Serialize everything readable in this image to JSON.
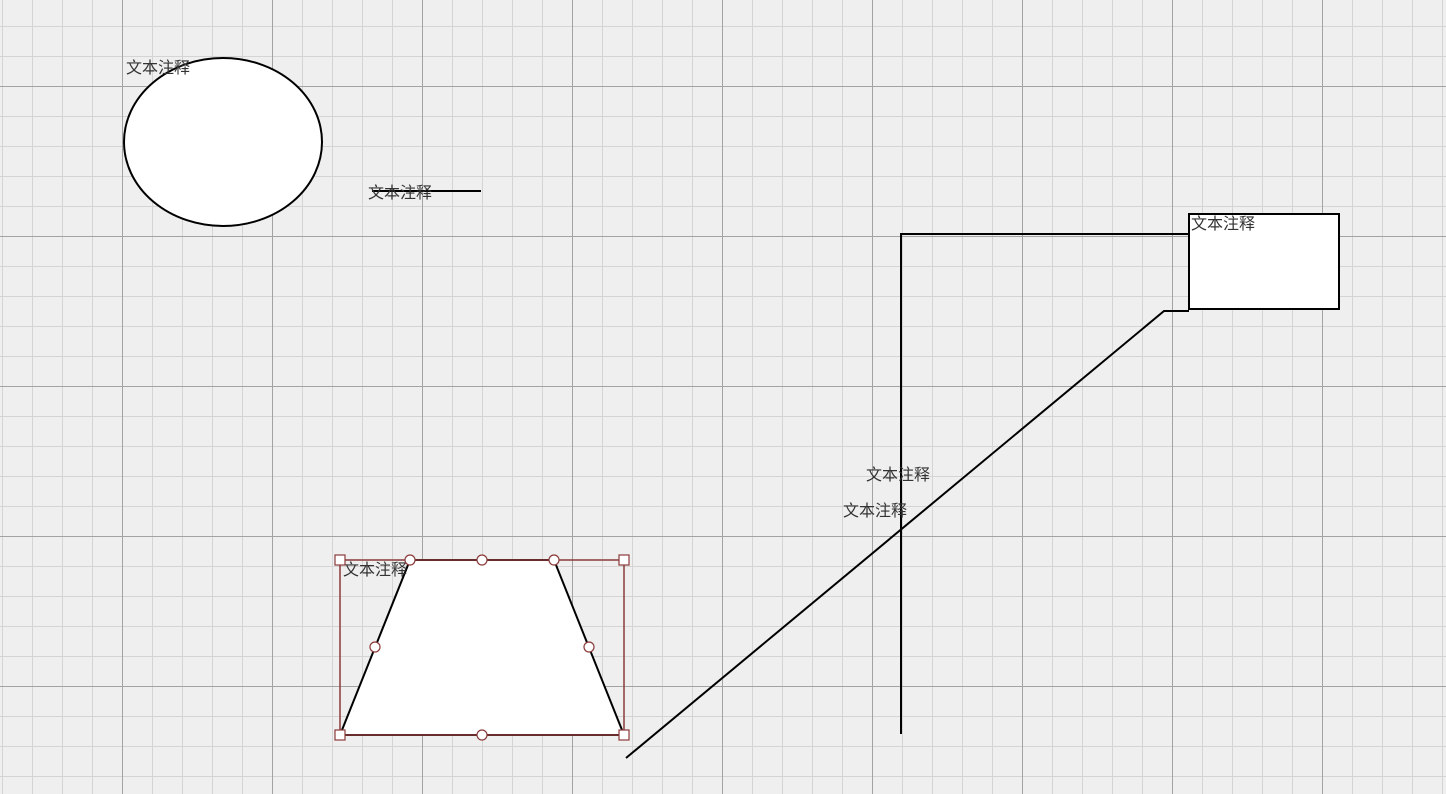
{
  "canvas": {
    "background_color": "#efefef",
    "major_grid_color": "#a3a3a3",
    "minor_grid_color": "#d4d4d4",
    "selection_color": "#8b3a3a"
  },
  "shapes": {
    "ellipse": {
      "label": "文本注释"
    },
    "line": {
      "label": "文本注释"
    },
    "rectangle": {
      "label": "文本注释"
    },
    "trapezoid": {
      "label": "文本注释"
    }
  },
  "connectors": {
    "vertical": {
      "label": "文本注释"
    },
    "diagonal": {
      "label": "文本注释"
    }
  }
}
